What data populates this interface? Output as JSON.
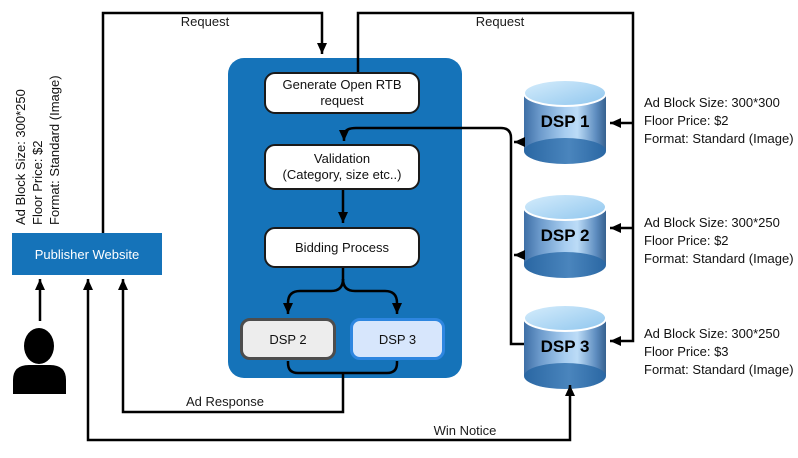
{
  "flow_labels": {
    "request_left": "Request",
    "request_right": "Request",
    "ad_response": "Ad Response",
    "win_notice": "Win Notice"
  },
  "publisher": {
    "label": "Publisher Website",
    "specs": [
      "Ad Block Size: 300*250",
      "Floor Price: $2",
      "Format: Standard (Image)"
    ]
  },
  "exchange": {
    "generate_line1": "Generate Open RTB",
    "generate_line2": "request",
    "validation_line1": "Validation",
    "validation_line2": "(Category, size etc..)",
    "bidding": "Bidding Process",
    "winners": [
      {
        "label": "DSP 2"
      },
      {
        "label": "DSP 3"
      }
    ]
  },
  "dsps": [
    {
      "name": "DSP 1",
      "specs": [
        "Ad Block Size: 300*300",
        "Floor Price: $2",
        "Format: Standard (Image)"
      ]
    },
    {
      "name": "DSP 2",
      "specs": [
        "Ad Block Size: 300*250",
        "Floor Price: $2",
        "Format: Standard (Image)"
      ]
    },
    {
      "name": "DSP 3",
      "specs": [
        "Ad Block Size: 300*250",
        "Floor Price: $3",
        "Format: Standard (Image)"
      ]
    }
  ],
  "colors": {
    "primary_blue": "#1573b9",
    "dsp2_box_fill": "#ededed",
    "dsp2_box_border": "#4d4d4d",
    "dsp3_box_fill": "#d7e6fc",
    "dsp3_box_border": "#2e86e0",
    "line_color": "#000000"
  }
}
